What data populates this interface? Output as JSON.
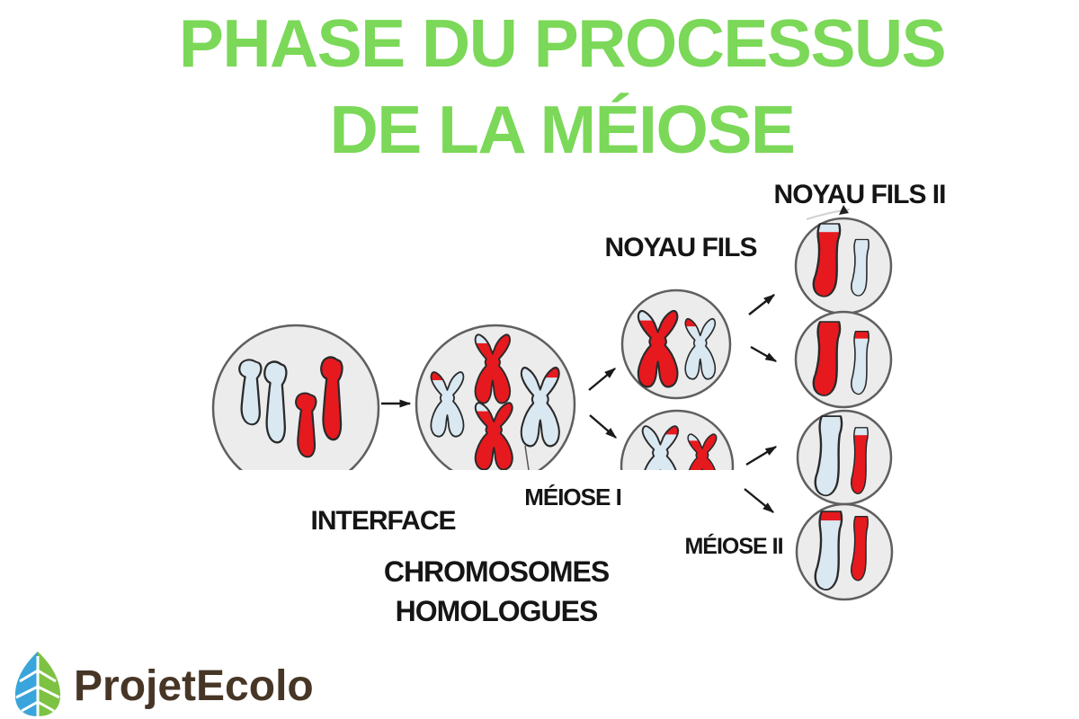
{
  "title": {
    "line1": "PHASE DU PROCESSUS",
    "line2": "DE LA MÉIOSE"
  },
  "labels": {
    "noyau_fils_ii": "NOYAU FILS II",
    "noyau_fils": "NOYAU FILS",
    "meiose_i": "MÉIOSE I",
    "interface": "INTERFACE",
    "chromosomes": "CHROMOSOMES",
    "homologues": "HOMOLOGUES",
    "meiose_ii": "MÉIOSE II"
  },
  "logo": {
    "brand": "ProjetEcolo"
  },
  "colors": {
    "title_green": "#7BD858",
    "label_black": "#151515",
    "chromosome_red": "#E6191E",
    "chromosome_blue": "#D9E8F1",
    "chromosome_outline": "#2A2A2A",
    "cell_fill": "#ECECEC",
    "cell_border": "#5F5F5F",
    "arrow_black": "#1A1A1A",
    "logo_leaf_blue": "#3AA5DC",
    "logo_leaf_green": "#7DC242",
    "logo_text_brown": "#473626"
  },
  "diagram_cells": [
    {
      "stage": "interface",
      "contents": "2 blue single chromosomes + 2 red single chromosomes"
    },
    {
      "stage": "chromosomes homologues",
      "contents": "2 red + 2 blue duplicated X chromosomes with crossover tips"
    },
    {
      "stage": "meiose I - noyau fils (top)",
      "contents": "1 red X with blue tip + 1 blue X with red tip"
    },
    {
      "stage": "meiose I (bottom)",
      "contents": "1 blue X with red tip + 1 red X with blue tip"
    },
    {
      "stage": "noyau fils II - cell 1",
      "contents": "red chromatid with blue tip + blue chromatid"
    },
    {
      "stage": "noyau fils II - cell 2",
      "contents": "red chromatid + blue chromatid with red tip"
    },
    {
      "stage": "noyau fils II - cell 3",
      "contents": "blue chromatid + red chromatid with blue tip"
    },
    {
      "stage": "noyau fils II - cell 4",
      "contents": "blue chromatid with red tip + red chromatid"
    }
  ]
}
